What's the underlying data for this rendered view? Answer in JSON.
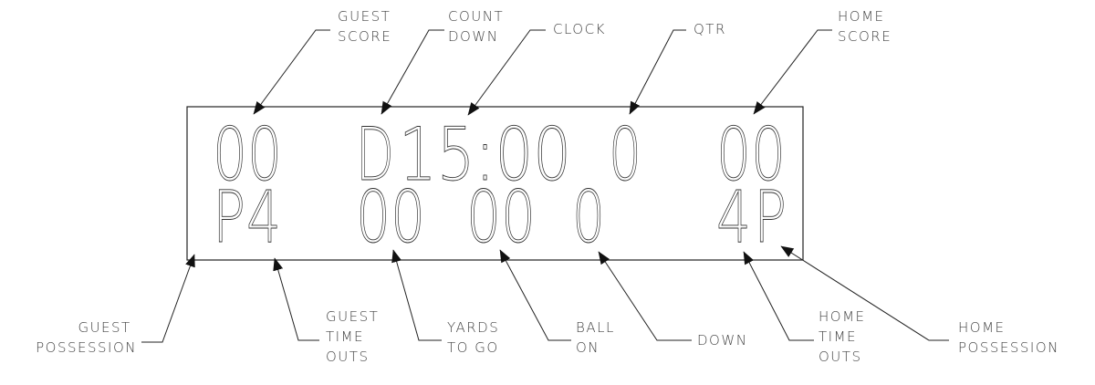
{
  "scoreboard": {
    "top_row": {
      "guest_score": "00",
      "countdown": "D",
      "clock": "15:00",
      "qtr": "0",
      "home_score": "00"
    },
    "bottom_row": {
      "guest_possession": "P",
      "guest_time_outs": "4",
      "yards_to_go": "00",
      "ball_on": "00",
      "down": "0",
      "home_time_outs": "4",
      "home_possession": "P"
    }
  },
  "labels": {
    "guest_score": [
      "GUEST",
      "SCORE"
    ],
    "count_down": [
      "COUNT",
      "DOWN"
    ],
    "clock": [
      "CLOCK"
    ],
    "qtr": [
      "QTR"
    ],
    "home_score": [
      "HOME",
      "SCORE"
    ],
    "guest_possession": [
      "GUEST",
      "POSSESSION"
    ],
    "guest_time_outs": [
      "GUEST",
      "TIME",
      "OUTS"
    ],
    "yards_to_go": [
      "YARDS",
      "TO GO"
    ],
    "ball_on": [
      "BALL",
      "ON"
    ],
    "down": [
      "DOWN"
    ],
    "home_time_outs": [
      "HOME",
      "TIME",
      "OUTS"
    ],
    "home_possession": [
      "HOME",
      "POSSESSION"
    ]
  },
  "colors": {
    "line": "#222222",
    "text": "#444444",
    "background": "#ffffff"
  }
}
